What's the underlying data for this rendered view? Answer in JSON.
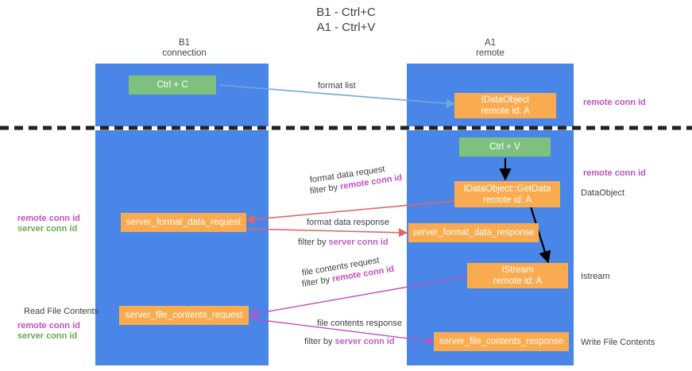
{
  "title": "B1 - Ctrl+C\nA1 - Ctrl+V",
  "columns": [
    {
      "name": "b1",
      "header": "B1\nconnection"
    },
    {
      "name": "a1",
      "header": "A1\nremote"
    }
  ],
  "nodes": [
    {
      "id": "ctrl-c",
      "line1": "Ctrl + C",
      "line2": "",
      "color": "#7ec17f"
    },
    {
      "id": "idataobject-remote",
      "line1": "IDataObject",
      "line2": "remote id: A",
      "color": "#fbab4f"
    },
    {
      "id": "ctrl-v",
      "line1": "Ctrl + V",
      "line2": "",
      "color": "#7ec17f"
    },
    {
      "id": "idataobject-getdata",
      "line1": "IDataObject::GetData",
      "line2": "remote id: A",
      "color": "#fbab4f"
    },
    {
      "id": "server-format-data-request",
      "line1": "server_format_data_request",
      "line2": "",
      "color": "#fbab4f"
    },
    {
      "id": "server-format-data-response",
      "line1": "server_format_data_response",
      "line2": "",
      "color": "#fbab4f"
    },
    {
      "id": "istream",
      "line1": "IStream",
      "line2": "remote id: A",
      "color": "#fbab4f"
    },
    {
      "id": "server-file-contents-request",
      "line1": "server_file_contents_request",
      "line2": "",
      "color": "#fbab4f"
    },
    {
      "id": "server-file-contents-response",
      "line1": "server_file_contents_response",
      "line2": "",
      "color": "#fbab4f"
    }
  ],
  "edge_labels": {
    "format_list": "format list",
    "format_data_request": "format data request",
    "format_data_request_filter_prefix": "filter by ",
    "format_data_request_filter_value": "remote conn id",
    "format_data_response": "format data response",
    "format_data_response_filter_prefix": "filter by ",
    "format_data_response_filter_value": "server conn id",
    "file_contents_request": "file contents request",
    "file_contents_request_filter_prefix": "filter by ",
    "file_contents_request_filter_value": "remote conn id",
    "file_contents_response": "file contents response",
    "file_contents_response_filter_prefix": "filter by ",
    "file_contents_response_filter_value": "server conn id"
  },
  "annotations": {
    "right_remote_conn_id_1": "remote conn id",
    "right_remote_conn_id_2": "remote conn id",
    "right_dataobject": "DataObject",
    "right_istream": "Istream",
    "right_write_file_contents": "Write File Contents",
    "left_remote_conn_id_1": "remote conn id",
    "left_server_conn_id_1": "server conn id",
    "left_read_file_contents": "Read File Contents",
    "left_remote_conn_id_2": "remote conn id",
    "left_server_conn_id_2": "server conn id"
  },
  "colors": {
    "lane": "#4a86e8",
    "green_node": "#7ec17f",
    "orange_node": "#fbab4f",
    "purple_text": "#c14fc1",
    "green_text": "#6aa84f",
    "blue_arrow": "#6fa8dc",
    "red_arrow": "#e06666",
    "magenta_arrow": "#c24fc2",
    "black_arrow": "#000000",
    "divider": "#222222",
    "background": "#ffffff"
  }
}
